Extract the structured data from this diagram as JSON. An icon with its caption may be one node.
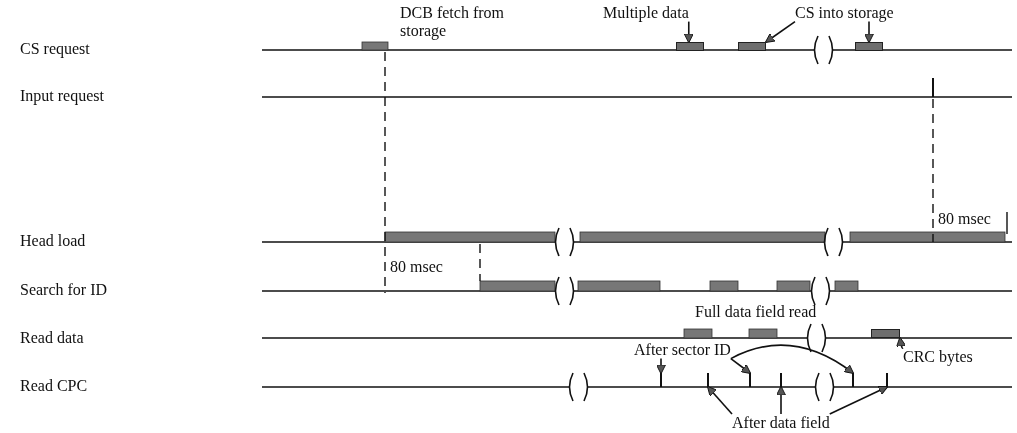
{
  "diagram": {
    "nodes": [
      {
        "text": [
          "Multiple data"
        ]
      },
      {
        "text": [
          "CS into storage"
        ]
      },
      {
        "text": [
          "After sector ID"
        ]
      },
      {
        "text": [
          "CRC bytes"
        ]
      },
      {
        "text": [
          "After data field"
        ]
      },
      {
        "text": [],
        "shape": "box"
      },
      {
        "text": [],
        "shape": "box"
      },
      {
        "text": [],
        "shape": "box"
      },
      {
        "text": [],
        "shape": "box"
      },
      {
        "text": [],
        "shape": "line"
      },
      {
        "text": [],
        "shape": "line"
      },
      {
        "text": [],
        "shape": "line"
      },
      {
        "text": [],
        "shape": "line"
      },
      {
        "text": [],
        "shape": "line"
      },
      {
        "text": [],
        "shape": "line"
      }
    ],
    "edges": [
      {
        "from": 0,
        "to": 5,
        "arrow": "to"
      },
      {
        "from": 1,
        "to": 6,
        "arrow": "to"
      },
      {
        "from": 1,
        "to": 7,
        "arrow": "to"
      },
      {
        "from": 3,
        "to": 8,
        "arrow": "to"
      },
      {
        "from": 2,
        "to": 9,
        "arrow": "to"
      },
      {
        "from": 2,
        "to": 11,
        "arrow": "to"
      },
      {
        "from": 2,
        "to": 13,
        "arrow": "to"
      },
      {
        "from": 4,
        "to": 10,
        "arrow": "to"
      },
      {
        "from": 4,
        "to": 12,
        "arrow": "to"
      },
      {
        "from": 4,
        "to": 14,
        "arrow": "to"
      }
    ],
    "labels": [
      "CS request",
      "Input request",
      "Head load",
      "Search for ID",
      "Read data",
      "Read CPC",
      "DCB fetch from storage",
      "80 msec",
      "80 msec",
      "Full data field read"
    ]
  }
}
